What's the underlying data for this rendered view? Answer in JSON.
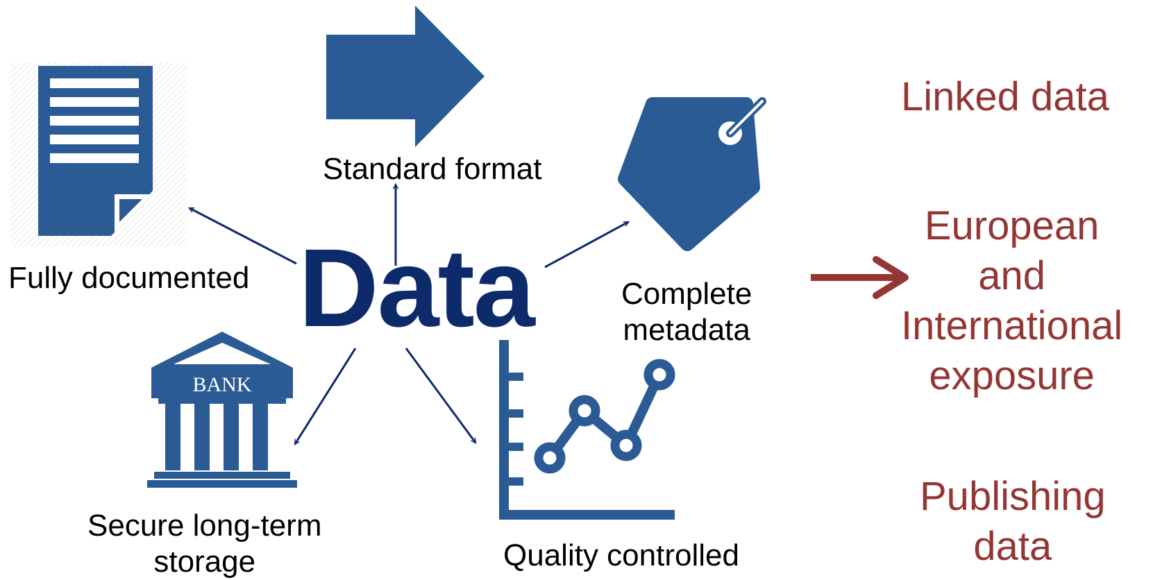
{
  "center_label": "Data",
  "labels": {
    "standard_format": "Standard format",
    "fully_documented": "Fully documented",
    "complete_metadata_l1": "Complete",
    "complete_metadata_l2": "metadata",
    "secure_storage_l1": "Secure long-term",
    "secure_storage_l2": "storage",
    "quality_controlled": "Quality controlled",
    "bank_sign": "BANK"
  },
  "outcomes": {
    "linked_data": "Linked data",
    "european_l1": "European",
    "european_l2": "and",
    "european_l3": "International",
    "european_l4": "exposure",
    "publishing_l1": "Publishing",
    "publishing_l2": "data"
  },
  "colors": {
    "icon_blue": "#2b5b95",
    "arrow_navy": "#0d2a6b",
    "text_red": "#943634"
  },
  "icons": [
    "document-icon",
    "arrow-right-icon",
    "tag-icon",
    "bank-icon",
    "line-chart-icon"
  ]
}
